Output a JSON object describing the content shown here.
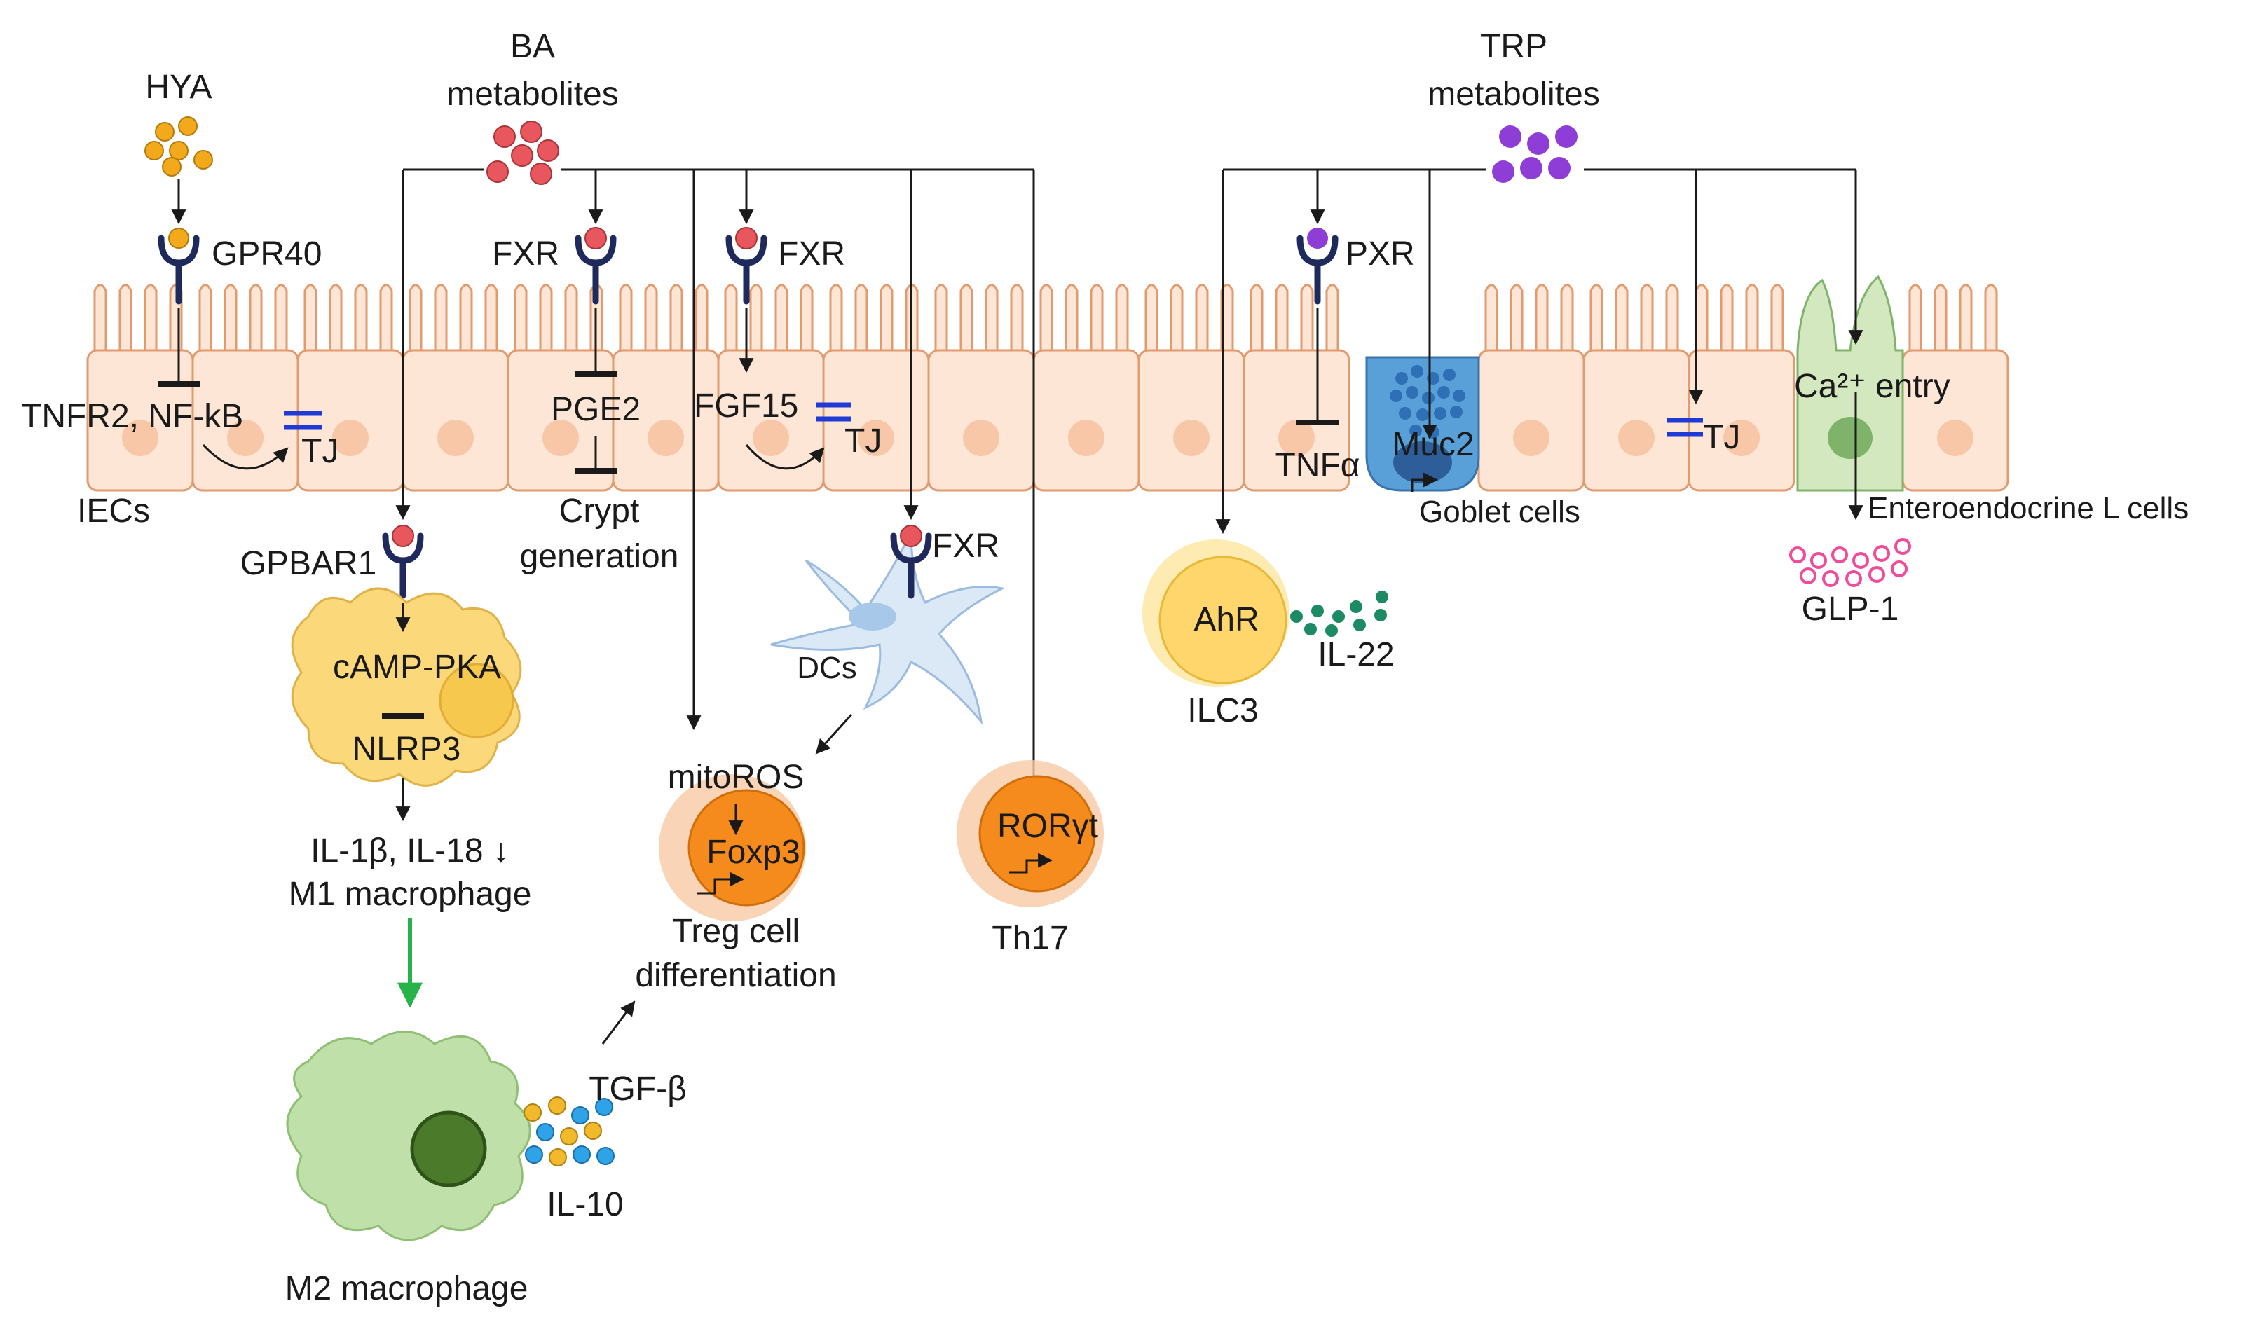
{
  "labels": {
    "hya": "HYA",
    "ba_metabolites_line1": "BA",
    "ba_metabolites_line2": "metabolites",
    "trp_metabolites_line1": "TRP",
    "trp_metabolites_line2": "metabolites",
    "gpr40": "GPR40",
    "fxr_1": "FXR",
    "fxr_2": "FXR",
    "fxr_3": "FXR",
    "pxr": "PXR",
    "tnfr2_nfkb": "TNFR2, NF-kB",
    "tj_1": "TJ",
    "tj_2": "TJ",
    "tj_3": "TJ",
    "iecs": "IECs",
    "pge2": "PGE2",
    "crypt_line1": "Crypt",
    "crypt_line2": "generation",
    "fgf15": "FGF15",
    "tnfa": "TNFα",
    "muc2": "Muc2",
    "goblet_cells": "Goblet cells",
    "ca_entry": "Ca²⁺ entry",
    "enteroendocrine": "Enteroendocrine L cells",
    "glp1": "GLP-1",
    "gpbar1": "GPBAR1",
    "camp_pka": "cAMP-PKA",
    "nlrp3": "NLRP3",
    "il1b_il18": "IL-1β, IL-18 ↓",
    "m1_macrophage": "M1 macrophage",
    "m2_macrophage": "M2 macrophage",
    "tgf_b": "TGF-β",
    "il10": "IL-10",
    "dcs": "DCs",
    "mitoros": "mitoROS",
    "foxp3": "Foxp3",
    "treg_line1": "Treg cell",
    "treg_line2": "differentiation",
    "rorgt": "RORγt",
    "th17": "Th17",
    "ahr": "AhR",
    "il22": "IL-22",
    "ilc3": "ILC3"
  },
  "colors": {
    "hya_dots": "#f2a91c",
    "ba_dots": "#e8575e",
    "trp_dots": "#8e3ed6",
    "glp1_dots": "#f04c9a",
    "il22_dots": "#1c8a63",
    "tgf_dots": "#f2b92c",
    "il10_dots": "#2ea3e8",
    "epithelium": "#fde6d6",
    "macrophage_m1": "#fbd87a",
    "macrophage_m2": "#bfe0a8",
    "treg_th17": "#f48b1c",
    "ilc3": "#ffd66b",
    "goblet": "#5aa0d8",
    "enteroendocrine_cell": "#d4e8c0",
    "green_arrow": "#27b34a",
    "tight_junction": "#1f3ad6"
  }
}
